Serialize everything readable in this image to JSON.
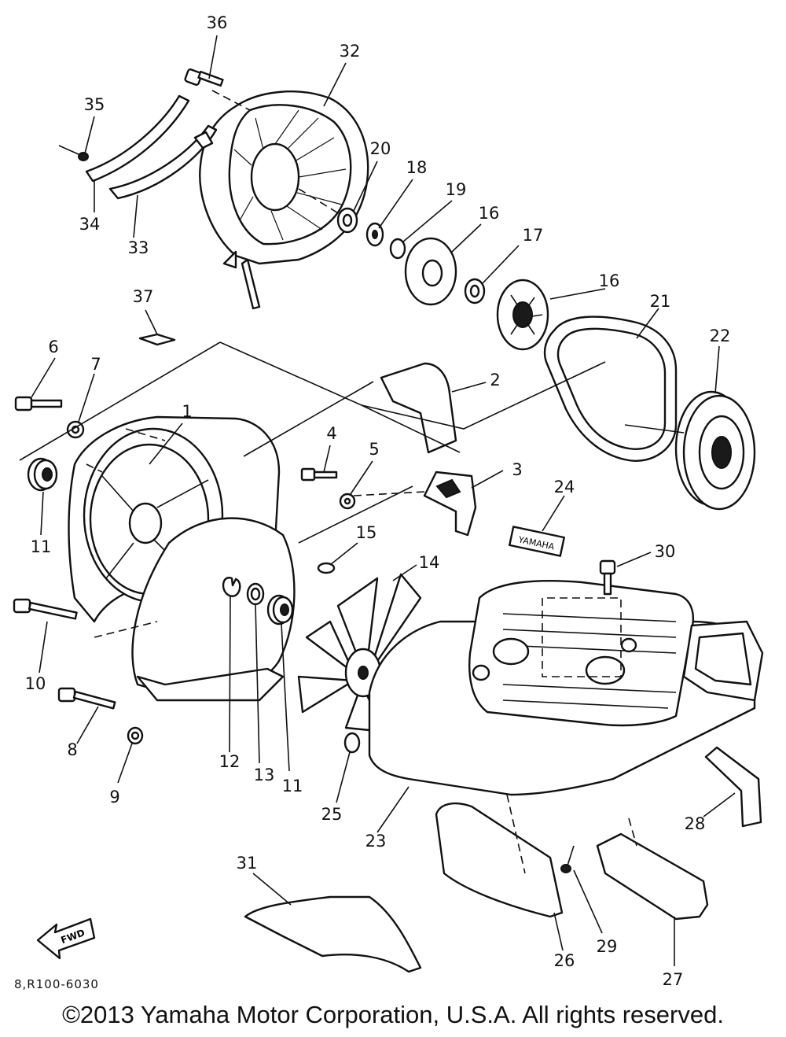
{
  "diagram": {
    "drawing_code": "8,R100-6030",
    "fwd_label": "FWD",
    "label_text": "YAMAHA",
    "callouts": [
      "36",
      "32",
      "35",
      "20",
      "18",
      "19",
      "34",
      "33",
      "16",
      "17",
      "16",
      "21",
      "37",
      "22",
      "6",
      "7",
      "2",
      "1",
      "4",
      "5",
      "3",
      "24",
      "11",
      "15",
      "30",
      "14",
      "10",
      "12",
      "13",
      "11",
      "25",
      "23",
      "28",
      "8",
      "9",
      "31",
      "29",
      "26",
      "27"
    ]
  },
  "footer": {
    "copyright": "©2013 Yamaha Motor Corporation, U.S.A. All rights reserved."
  }
}
